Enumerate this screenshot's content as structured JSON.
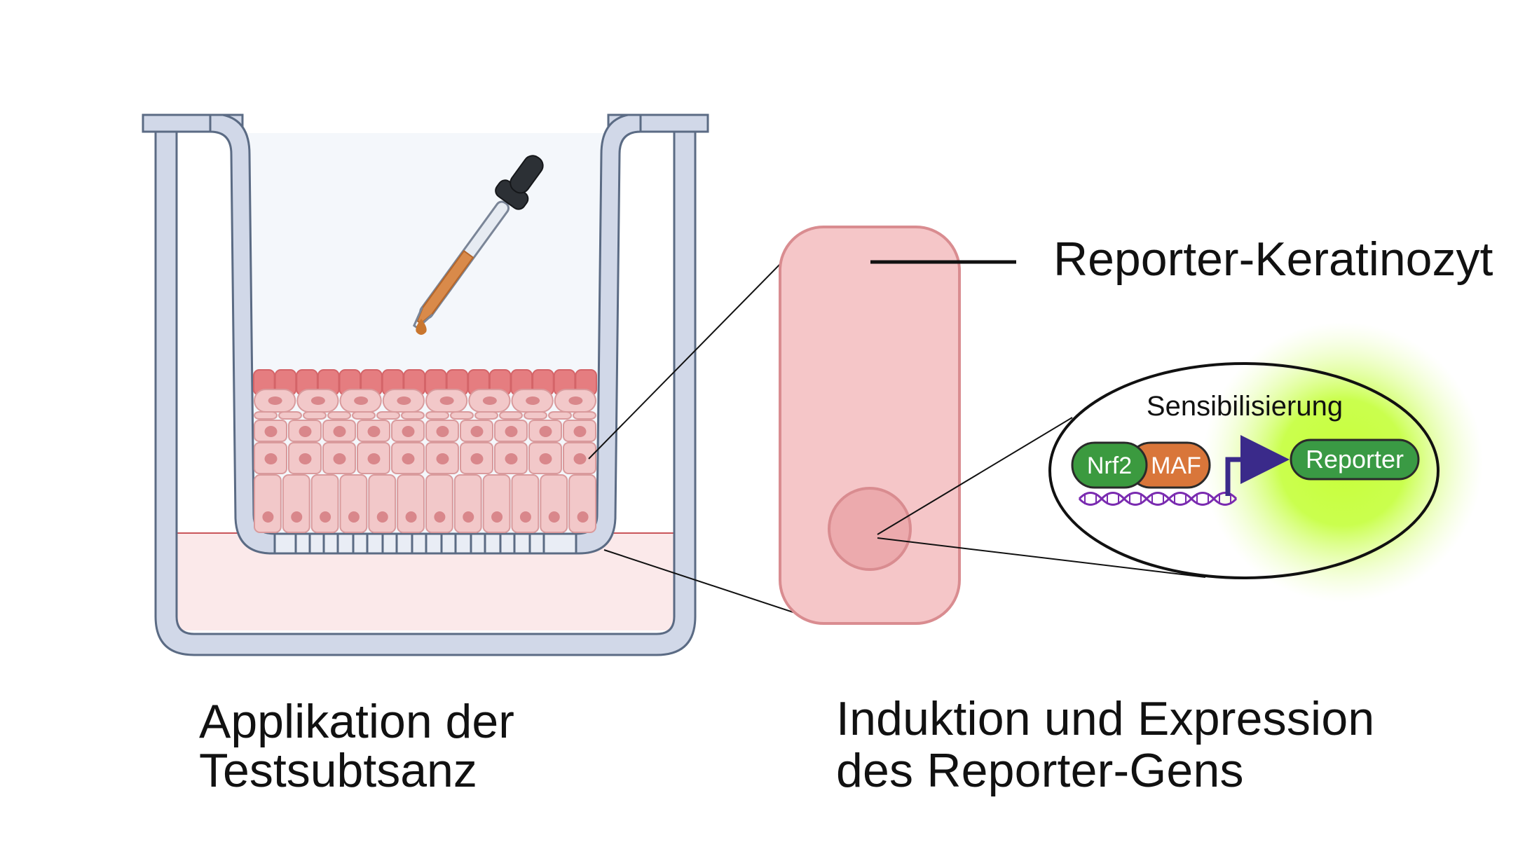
{
  "labels": {
    "reporter_keratinocyte": "Reporter-Keratinozyt",
    "sensitization": "Sensibilisierung",
    "nrf2": "Nrf2",
    "maf": "MAF",
    "reporter": "Reporter"
  },
  "captions": {
    "left_line1": "Applikation der",
    "left_line2": "Testsubtsanz",
    "right_line1": "Induktion und Expression",
    "right_line2": "des Reporter-Gens"
  },
  "colors": {
    "well_fill": "#d1d8e8",
    "well_stroke": "#5b6b84",
    "medium_upper": "#f4f7fb",
    "medium_lower": "#fbe9ea",
    "cell_fill": "#f2c8c9",
    "cell_stroke": "#d99a9c",
    "nucleus": "#d9878b",
    "top_layer": "#e57d80",
    "keratinocyte_fill": "#f5c6c8",
    "keratinocyte_stroke": "#d98c90",
    "nrf2_green": "#3b9a3f",
    "maf_orange": "#d9763a",
    "arrow_purple": "#3a2a8a",
    "dna_purple": "#7a2bb0",
    "reporter_green": "#3a9a44",
    "glow": "#b8ff3a"
  }
}
